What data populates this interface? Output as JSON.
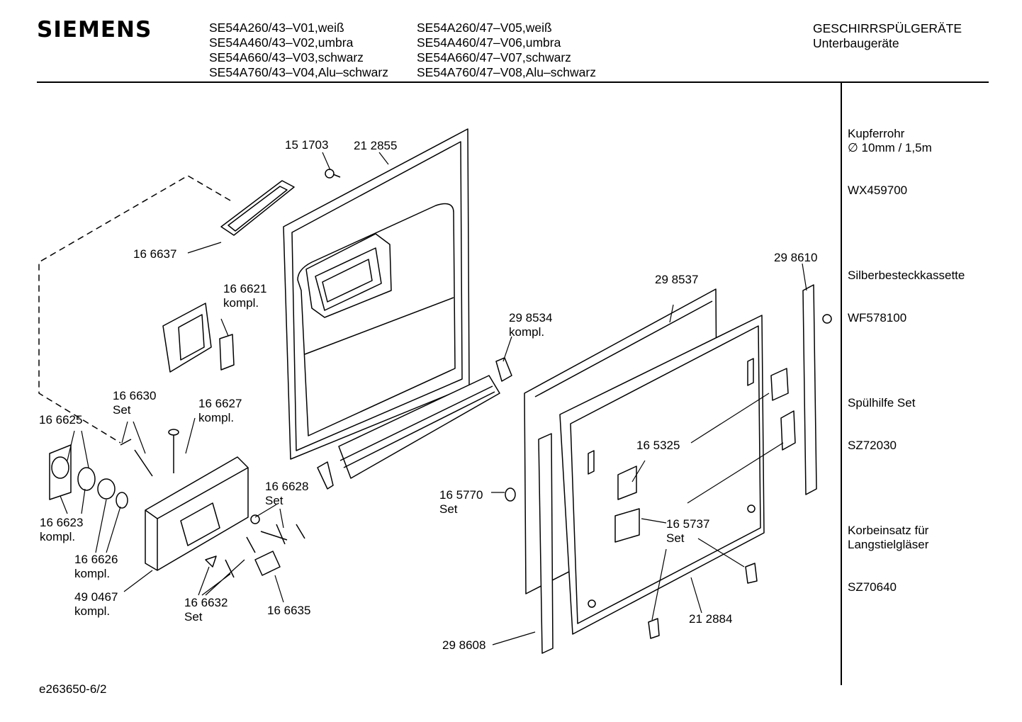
{
  "header": {
    "brand": "SIEMENS",
    "models_left": [
      "SE54A260/43–V01,weiß",
      "SE54A460/43–V02,umbra",
      "SE54A660/43–V03,schwarz",
      "SE54A760/43–V04,Alu–schwarz"
    ],
    "models_right": [
      "SE54A260/47–V05,weiß",
      "SE54A460/47–V06,umbra",
      "SE54A660/47–V07,schwarz",
      "SE54A760/47–V08,Alu–schwarz"
    ],
    "category_line1": "GESCHIRRSPÜLGERÄTE",
    "category_line2": "Unterbaugeräte"
  },
  "accessories": [
    {
      "name": "Kupferrohr\n∅ 10mm / 1,5m",
      "code": "WX459700"
    },
    {
      "name": "Silberbesteckkassette",
      "code": "WF578100"
    },
    {
      "name": "Spülhilfe Set",
      "code": "SZ72030"
    },
    {
      "name": "Korbeinsatz für\nLangstielgläser",
      "code": "SZ70640"
    }
  ],
  "parts": {
    "p151703": "15 1703",
    "p212855": "21 2855",
    "p166637": "16 6637",
    "p166621": "16 6621\nkompl.",
    "p298534": "29 8534\nkompl.",
    "p298537": "29 8537",
    "p298610": "29 8610",
    "p166630": "16 6630\nSet",
    "p166627": "16 6627\nkompl.",
    "p166625": "16 6625",
    "p166628": "16 6628\nSet",
    "p166623": "16 6623\nkompl.",
    "p166626": "16 6626\nkompl.",
    "p490467": "49 0467\nkompl.",
    "p166632": "16 6632\nSet",
    "p166635": "16 6635",
    "p165325": "16 5325",
    "p165770": "16 5770\nSet",
    "p165737": "16 5737\nSet",
    "p212884": "21 2884",
    "p298608": "29 8608"
  },
  "footer": "e263650-6/2"
}
